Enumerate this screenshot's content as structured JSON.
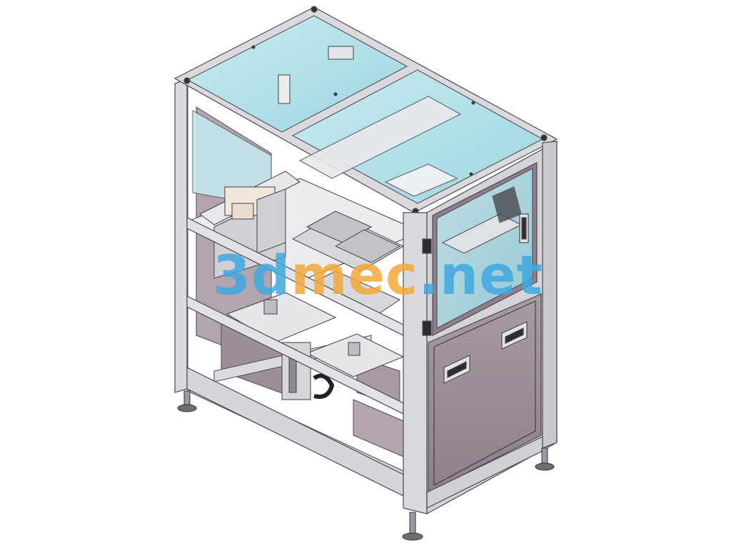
{
  "watermark": {
    "part1": "3d",
    "part2": "mec",
    "part3": ".net",
    "colors": {
      "blue": "#3fa9e0",
      "orange": "#f2a93b"
    }
  },
  "palette": {
    "frame": "#d9d9de",
    "frame_edge": "#4a4a52",
    "panel_mauve": "#9a8b96",
    "panel_mauve_light": "#b3a5af",
    "glass": "#a8e0ea",
    "metal_light": "#eeeeee",
    "metal_mid": "#c4c4c8"
  },
  "drawing": {
    "subject": "enclosed-machine-cabinet",
    "view": "isometric"
  }
}
